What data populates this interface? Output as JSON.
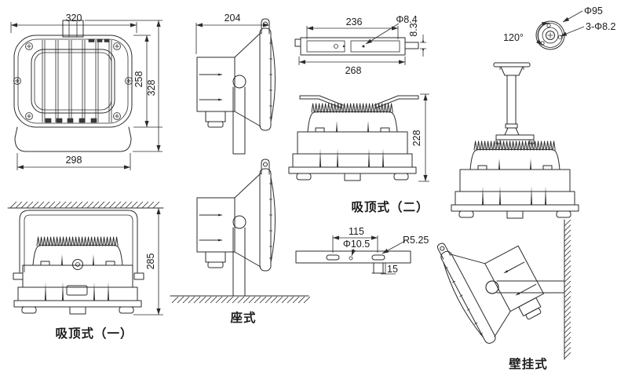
{
  "colors": {
    "line": "#2b2b2b",
    "text": "#1b1b1b",
    "background": "#ffffff"
  },
  "views": {
    "front": {
      "dim_width_top": "320",
      "dim_height_inner": "258",
      "dim_height_overall": "328",
      "dim_width_bottom": "298"
    },
    "side": {
      "dim_width": "204"
    },
    "mount_bar_top": {
      "dim_inner": "236",
      "dim_hole": "Φ8.4",
      "dim_offset": "8.3",
      "dim_overall": "268"
    },
    "flange": {
      "dim_diameter": "Φ95",
      "dim_holes": "3-Φ8.2",
      "dim_angle": "120°"
    },
    "ceiling_type2": {
      "dim_height": "228",
      "label": "吸顶式（二）"
    },
    "ceiling_type1": {
      "dim_height": "285",
      "label": "吸顶式（一）"
    },
    "pedestal": {
      "label": "座式"
    },
    "wall_mount": {
      "label": "壁挂式"
    },
    "mount_bar_bottom": {
      "dim_span": "115",
      "dim_hole": "Φ10.5",
      "dim_radius": "R5.25",
      "dim_tab": "15"
    }
  }
}
